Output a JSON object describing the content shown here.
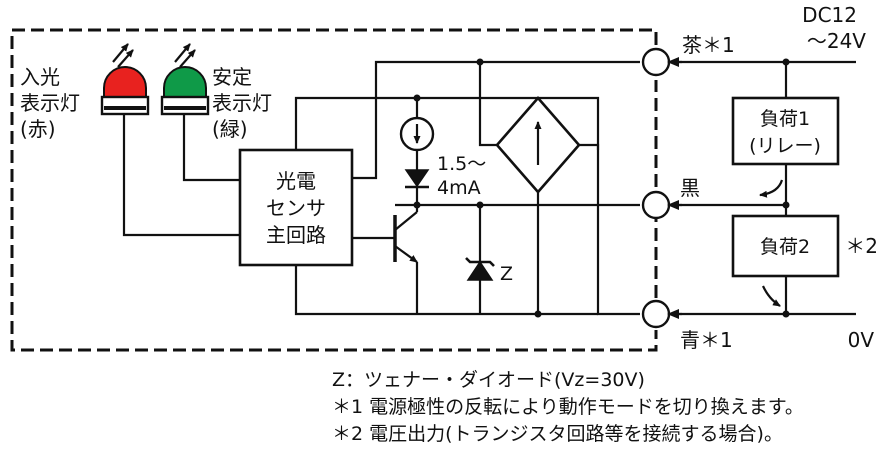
{
  "supply": {
    "voltage": "DC12",
    "voltage_range": "～24V",
    "zero": "0V"
  },
  "terminals": {
    "brown": "茶＊1",
    "black": "黒",
    "blue": "青＊1"
  },
  "indicators": {
    "light": {
      "line1": "入光",
      "line2": "表示灯",
      "line3": "(赤)",
      "color": "#e8221f"
    },
    "stable": {
      "line1": "安定",
      "line2": "表示灯",
      "line3": "(緑)",
      "color": "#0f9a48"
    }
  },
  "main_circuit": {
    "line1": "光電",
    "line2": "センサ",
    "line3": "主回路"
  },
  "current_source": {
    "line1": "1.5～",
    "line2": "4mA"
  },
  "zener_label": "Z",
  "loads": {
    "load1": {
      "line1": "負荷1",
      "line2": "(リレー)"
    },
    "load2": {
      "label": "負荷2",
      "mark": "＊2"
    }
  },
  "notes": {
    "z": "Z：ツェナー・ダイオード(Vz=30V)",
    "n1": "＊1 電源極性の反転により動作モードを切り換えます。",
    "n2": "＊2 電圧出力(トランジスタ回路等を接続する場合)。"
  }
}
